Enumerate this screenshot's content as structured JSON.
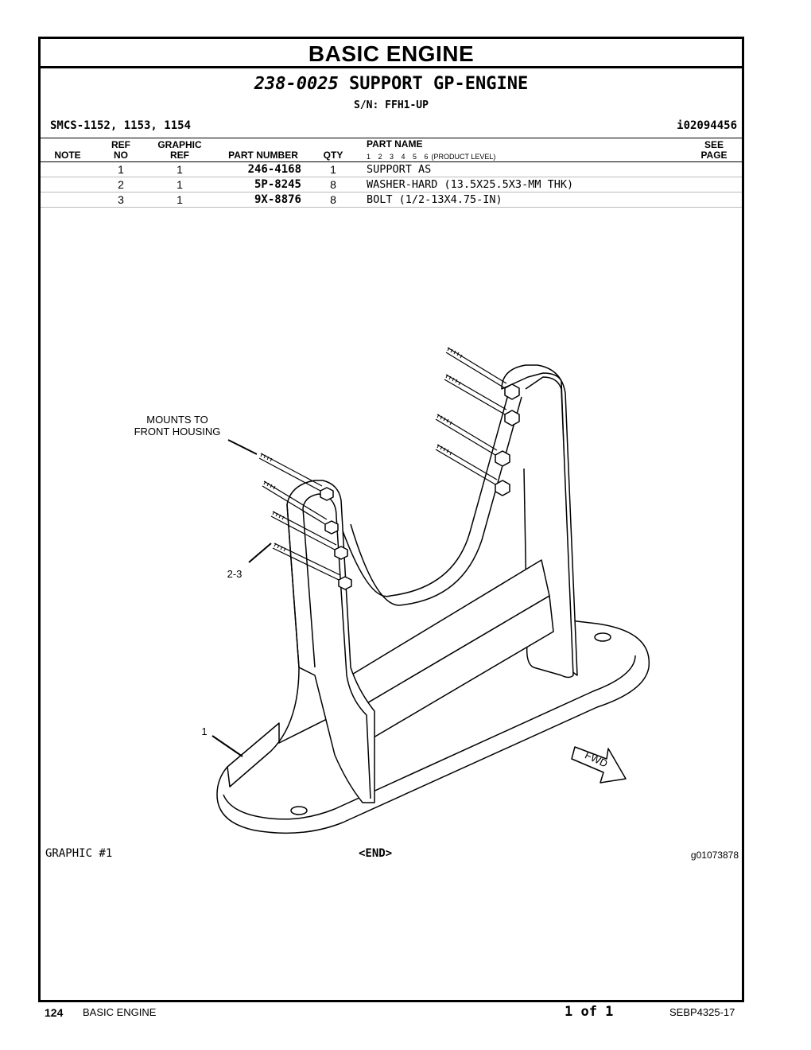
{
  "section_title": "BASIC ENGINE",
  "group": {
    "part_number": "238-0025",
    "name": "SUPPORT GP-ENGINE",
    "serial": "S/N: FFH1-UP"
  },
  "smcs": "SMCS-1152, 1153, 1154",
  "illustration_id": "i02094456",
  "table": {
    "headers": {
      "note": "NOTE",
      "ref_top": "REF",
      "ref_bottom": "NO",
      "graphic_top": "GRAPHIC",
      "graphic_bottom": "REF",
      "part_number": "PART NUMBER",
      "qty": "QTY",
      "part_name": "PART NAME",
      "levels": "1 2 3 4 5 6",
      "product_level": "(PRODUCT LEVEL)",
      "see_top": "SEE",
      "see_bottom": "PAGE"
    },
    "rows": [
      {
        "ref": "1",
        "graphic_ref": "1",
        "part_number": "246-4168",
        "qty": "1",
        "name": "SUPPORT AS"
      },
      {
        "ref": "2",
        "graphic_ref": "1",
        "part_number": "5P-8245",
        "qty": "8",
        "name": "WASHER-HARD (13.5X25.5X3-MM THK)"
      },
      {
        "ref": "3",
        "graphic_ref": "1",
        "part_number": "9X-8876",
        "qty": "8",
        "name": "BOLT (1/2-13X4.75-IN)"
      }
    ]
  },
  "illustration": {
    "callout_mount_line1": "MOUNTS TO",
    "callout_mount_line2": "FRONT HOUSING",
    "callout_bolts": "2-3",
    "callout_support": "1",
    "fwd_label": "FWD"
  },
  "graphic_label": "GRAPHIC #1",
  "end_label": "<END>",
  "graphic_id": "g01073878",
  "footer": {
    "page": "124",
    "section": "BASIC ENGINE",
    "page_of": "1 of 1",
    "doc_id": "SEBP4325-17"
  }
}
